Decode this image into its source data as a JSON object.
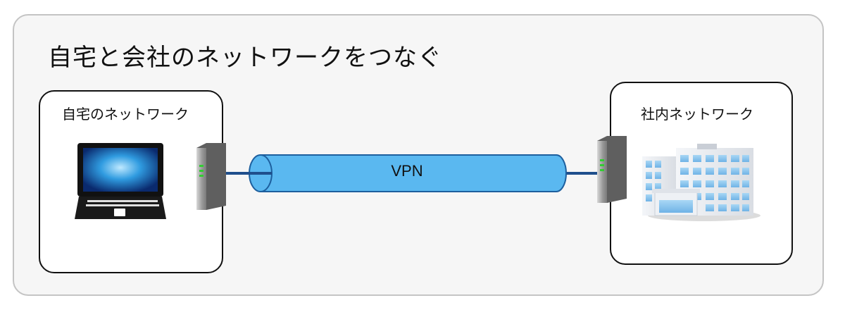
{
  "diagram": {
    "title": "自宅と会社のネットワークをつなぐ",
    "home_network": {
      "label": "自宅のネットワーク",
      "icon": "laptop-icon"
    },
    "office_network": {
      "label": "社内ネットワーク",
      "icon": "office-building-icon"
    },
    "tunnel": {
      "label": "VPN",
      "color": "#5ab8f0"
    },
    "routers": [
      "router-icon",
      "router-icon"
    ]
  }
}
